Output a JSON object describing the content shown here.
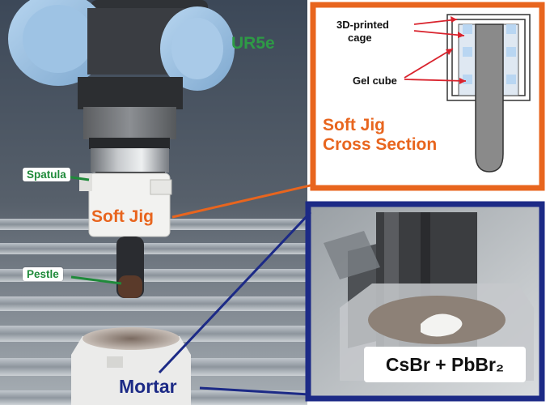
{
  "labels": {
    "ur5e": "UR5e",
    "spatula": "Spatula",
    "soft_jig": "Soft Jig",
    "pestle": "Pestle",
    "mortar": "Mortar"
  },
  "cross_section": {
    "title_line1": "Soft Jig",
    "title_line2": "Cross Section",
    "cage_line1": "3D-printed",
    "cage_line2": "cage",
    "gel_cube": "Gel cube"
  },
  "inset": {
    "chemicals": "CsBr + PbBr₂"
  },
  "colors": {
    "ur5e_green": "#2e9a46",
    "soft_jig_orange": "#e8651e",
    "mortar_navy": "#1c2a86",
    "tag_green": "#1f8a3a",
    "arrow_red": "#d9232d"
  }
}
